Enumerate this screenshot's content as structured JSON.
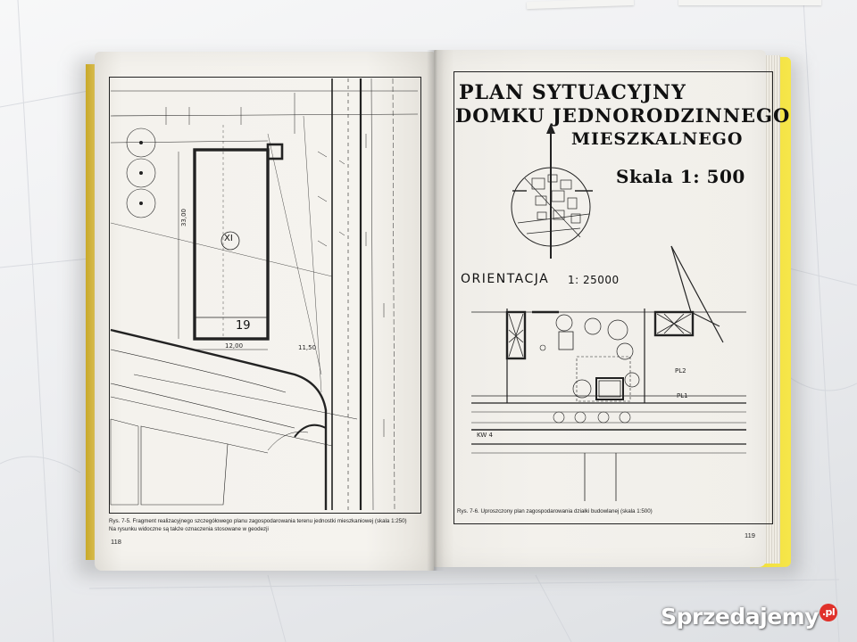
{
  "left_page": {
    "page_number": "118",
    "caption_line1": "Rys. 7-5. Fragment realizacyjnego szczegółowego planu zagospodarowania terenu jednostki mieszkaniowej (skala 1:250)",
    "caption_line2": "Na rysunku widoczne są także oznaczenia stosowane w geodezji",
    "building_roman": "XI",
    "building_number": "19",
    "dim_width": "12,00",
    "dim_height": "33,00",
    "dim_side": "11,50"
  },
  "right_page": {
    "page_number": "119",
    "title_line1": "PLAN SYTUACYJNY",
    "title_line2": "DOMKU JEDNORODZINNEGO",
    "title_line3": "MIESZKALNEGO",
    "scale": "Skala 1: 500",
    "orientation_label": "ORIENTACJA",
    "orientation_scale": "1: 25000",
    "caption": "Rys. 7-6. Uproszczony plan zagospodarowania działki budowlanej (skala 1:500)",
    "labels": {
      "street": "KW 4",
      "pl1": "PL1",
      "pl2": "PL2"
    }
  },
  "watermark": {
    "text": "Sprzedajemy",
    "suffix": ".pl"
  },
  "colors": {
    "table": "#ecedef",
    "paper": "#f3f1ec",
    "ink": "#111111",
    "cover": "#f0de3a",
    "watermark_badge": "#e0312a"
  }
}
